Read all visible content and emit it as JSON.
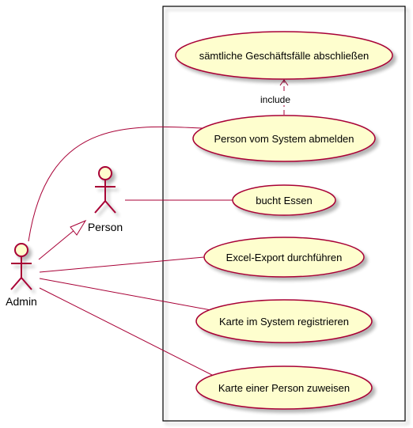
{
  "colors": {
    "line": "#A80036",
    "usecase_fill": "#FEFECE",
    "actor_fill": "#FEFECE",
    "boundary": "#000000",
    "text": "#000000",
    "shadow": "#C8C8C8"
  },
  "actors": {
    "admin": {
      "label": "Admin"
    },
    "person": {
      "label": "Person"
    }
  },
  "usecases": {
    "close_all": {
      "label": "sämtliche Geschäftsfälle abschließen"
    },
    "logout": {
      "label": "Person vom System abmelden"
    },
    "book_food": {
      "label": "bucht Essen"
    },
    "excel_export": {
      "label": "Excel-Export durchführen"
    },
    "register_card": {
      "label": "Karte im System registrieren"
    },
    "assign_card": {
      "label": "Karte einer Person zuweisen"
    }
  },
  "relations": {
    "include_label": "include"
  }
}
